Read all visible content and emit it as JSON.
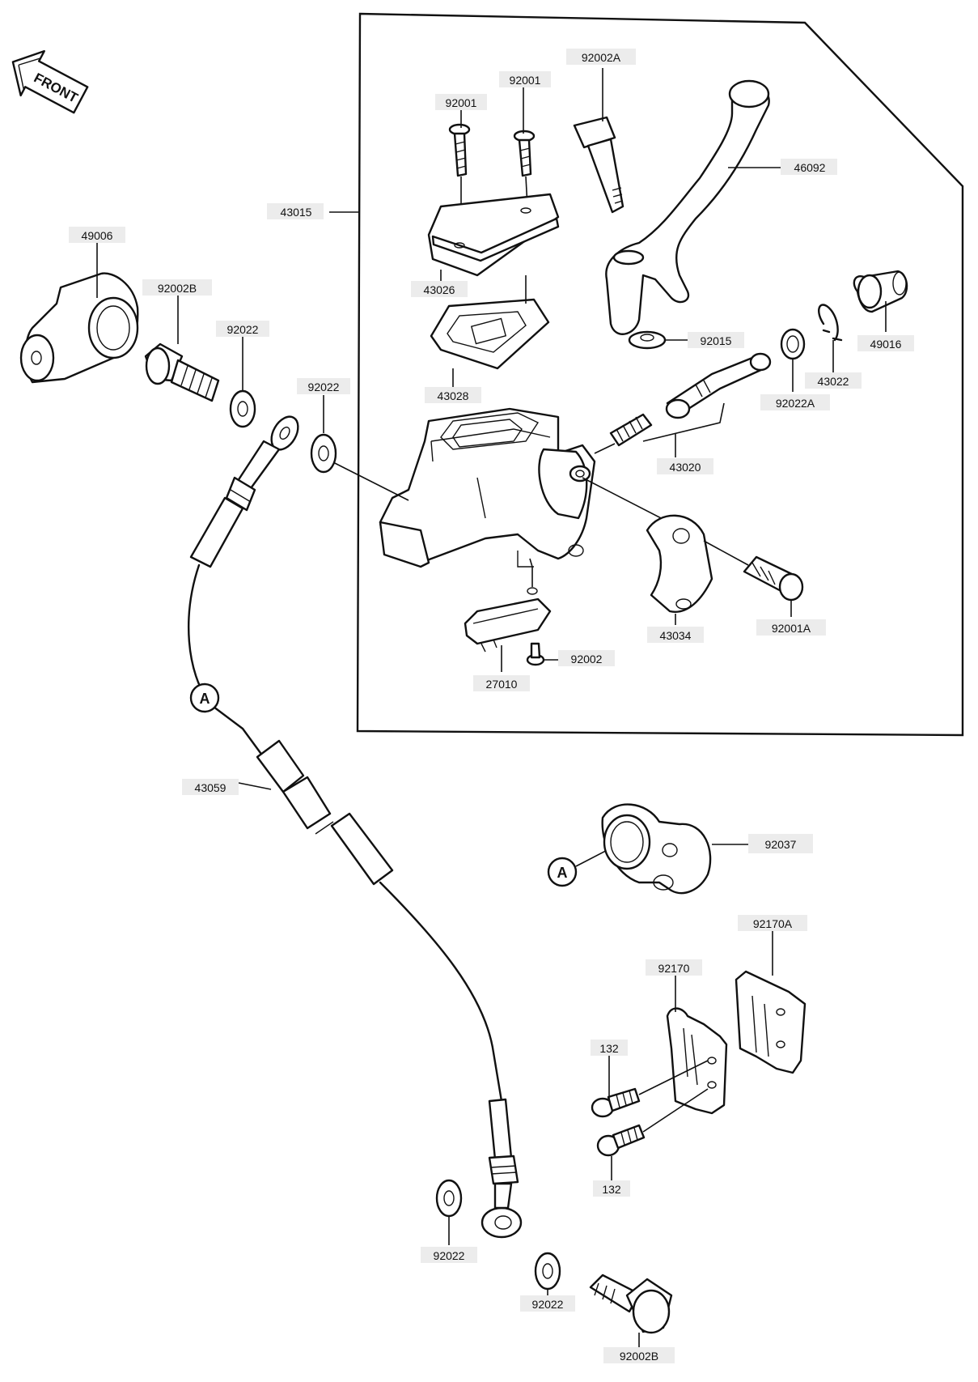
{
  "diagram": {
    "front_label": "FRONT",
    "callout_letter": "A",
    "labels": {
      "p92002A": "92002A",
      "p92001_left": "92001",
      "p92001_right": "92001",
      "p43015": "43015",
      "p46092": "46092",
      "p49006": "49006",
      "p92002B_top": "92002B",
      "p43026": "43026",
      "p92022_a": "92022",
      "p92022_b": "92022",
      "p92015": "92015",
      "p49016": "49016",
      "p43028": "43028",
      "p43022": "43022",
      "p92022A": "92022A",
      "p43020": "43020",
      "p43034": "43034",
      "p92001A": "92001A",
      "p92002": "92002",
      "p27010": "27010",
      "p43059": "43059",
      "p92037": "92037",
      "p92170A": "92170A",
      "p92170": "92170",
      "p132_top": "132",
      "p132_bottom": "132",
      "p92022_c": "92022",
      "p92022_d": "92022",
      "p92002B_bottom": "92002B"
    }
  }
}
